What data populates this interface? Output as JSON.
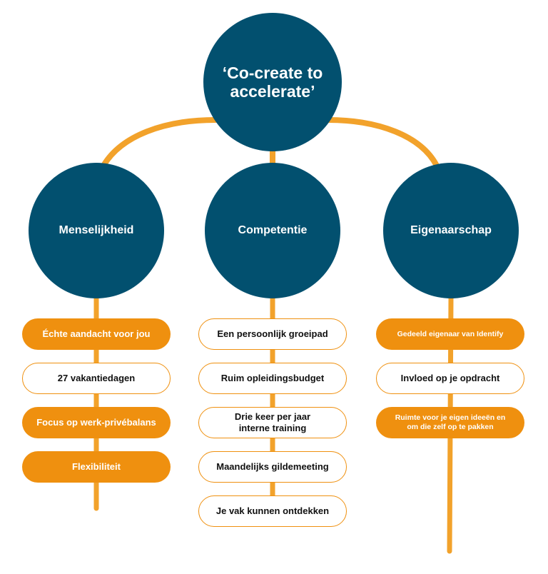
{
  "center": {
    "label": "‘Co-create to accelerate’"
  },
  "colors": {
    "navy": "#02506f",
    "orange": "#ef900f",
    "line": "#f2a22b"
  },
  "pillars": [
    {
      "title": "Menselijkheid",
      "items": [
        {
          "label": "Échte aandacht voor jou",
          "style": "filled"
        },
        {
          "label": "27 vakantiedagen",
          "style": "outline"
        },
        {
          "label": "Focus op werk-privébalans",
          "style": "filled"
        },
        {
          "label": "Flexibiliteit",
          "style": "filled"
        }
      ]
    },
    {
      "title": "Competentie",
      "items": [
        {
          "label": "Een persoonlijk groeipad",
          "style": "outline"
        },
        {
          "label": "Ruim opleidingsbudget",
          "style": "outline"
        },
        {
          "label": "Drie keer per jaar interne training",
          "style": "outline"
        },
        {
          "label": "Maandelijks gildemeeting",
          "style": "outline"
        },
        {
          "label": "Je vak kunnen ontdekken",
          "style": "outline"
        }
      ]
    },
    {
      "title": "Eigenaarschap",
      "items": [
        {
          "label": "Gedeeld eigenaar van Identify",
          "style": "filled"
        },
        {
          "label": "Invloed op je opdracht",
          "style": "outline"
        },
        {
          "label": "Ruimte voor je eigen ideeën en om die zelf op te pakken",
          "style": "filled"
        }
      ]
    }
  ]
}
